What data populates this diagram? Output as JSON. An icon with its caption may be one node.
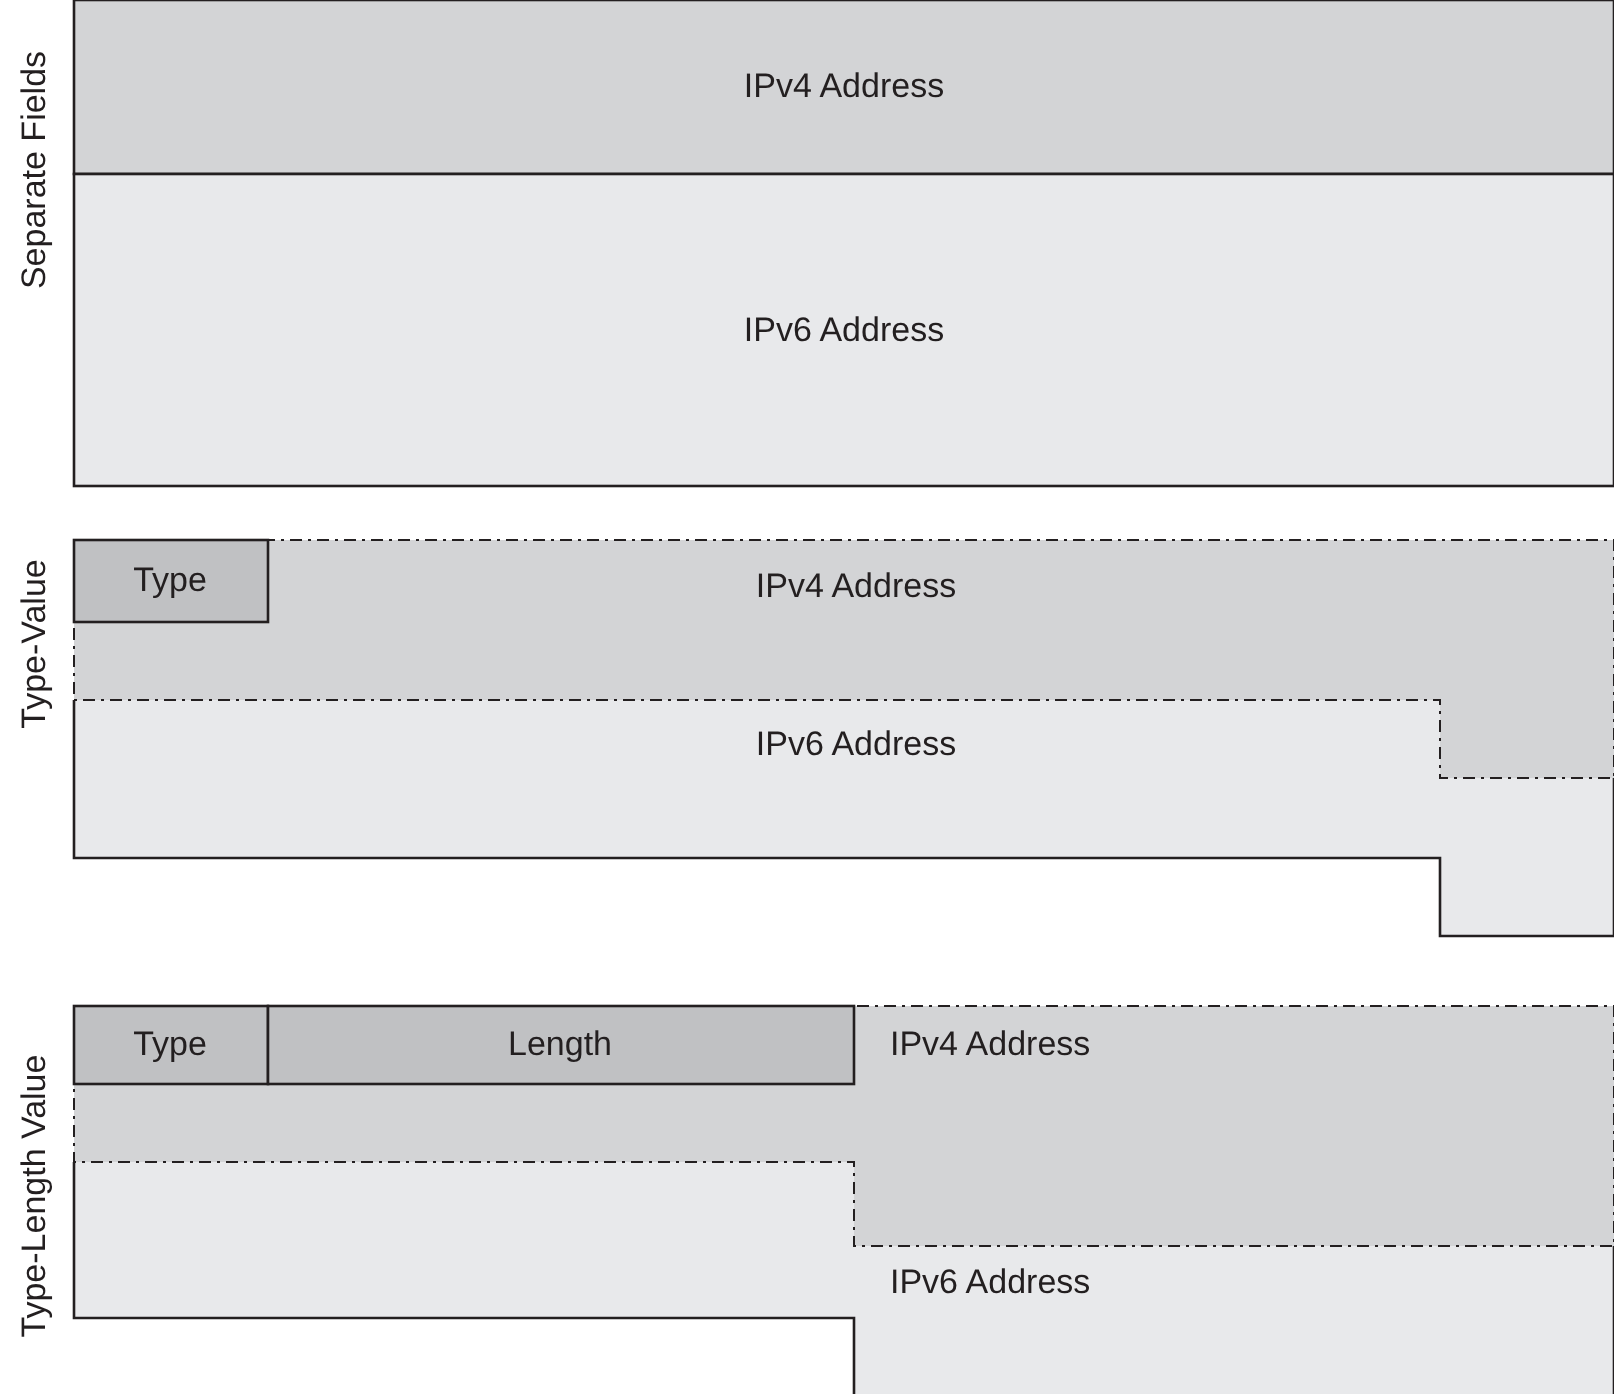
{
  "diagram": {
    "nodes": [
      {
        "text": [
          "IPv4 Address"
        ]
      },
      {
        "text": [
          "IPv6 Address"
        ]
      },
      {
        "text": [
          "Type"
        ],
        "in": 3
      },
      {
        "text": [
          "IPv4 Address"
        ]
      },
      {
        "text": [
          "IPv6 Address"
        ]
      },
      {
        "text": [
          "Type"
        ],
        "in": 7
      },
      {
        "text": [
          "Length"
        ],
        "in": 7
      },
      {
        "text": [
          "IPv4 Address"
        ]
      },
      {
        "text": [
          "IPv6 Address"
        ]
      }
    ],
    "labels": [
      "Separate Fields",
      "Type-Value",
      "Type-Length Value"
    ]
  }
}
